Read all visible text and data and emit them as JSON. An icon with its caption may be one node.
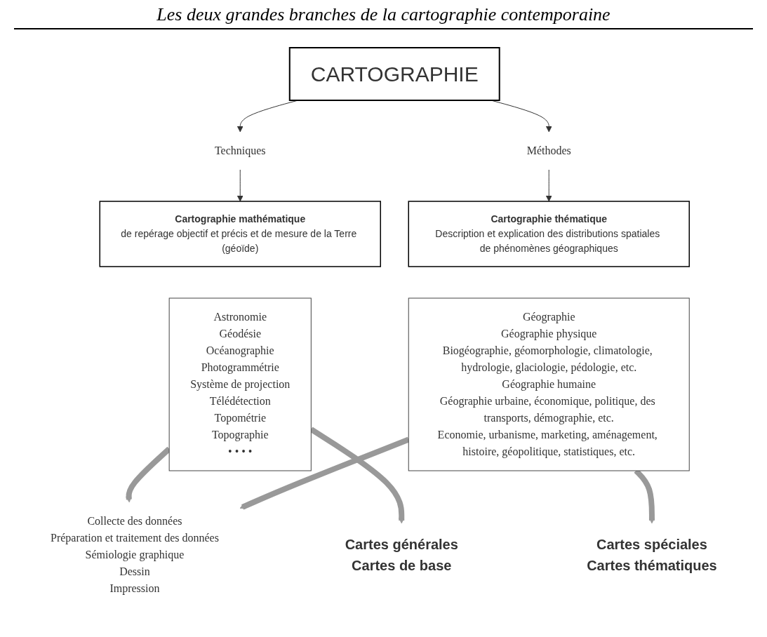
{
  "diagram": {
    "title": "Les deux grandes branches de la cartographie contemporaine",
    "nodes": [
      {
        "text": [
          "CARTOGRAPHIE"
        ]
      },
      {
        "text": [
          "Techniques"
        ]
      },
      {
        "text": [
          "Méthodes"
        ]
      },
      {
        "text": [
          "Cartographie mathématique",
          "de repérage objectif et précis et de mesure de la Terre (géoïde)"
        ]
      },
      {
        "text": [
          "Cartographie thématique",
          "Description et explication des distributions spatiales de phénomènes géographiques"
        ]
      },
      {
        "text": [
          "Astronomie",
          "Géodésie",
          "Océanographie",
          "Photogrammétrie",
          "Système de projection",
          "Télédétection",
          "Topométrie",
          "Topographie",
          "• • • •"
        ]
      },
      {
        "text": [
          "Géographie",
          "Géographie physique",
          "Biogéographie, géomorphologie, climatologie, hydrologie, glaciologie, pédologie, etc.",
          "Géographie humaine",
          "Géographie urbaine, économique, politique, des transports, démographie, etc.",
          "Economie, urbanisme, marketing, aménagement, histoire, géopolitique, statistiques, etc."
        ]
      },
      {
        "text": [
          "Collecte des données",
          "Préparation et traitement des données",
          "Sémiologie graphique",
          "Dessin",
          "Impression"
        ]
      },
      {
        "text": [
          "Cartes générales",
          "Cartes de base"
        ]
      },
      {
        "text": [
          "Cartes spéciales",
          "Cartes thématiques"
        ]
      }
    ],
    "edges": [
      {
        "from": 0,
        "to": 1,
        "arrow": "to"
      },
      {
        "from": 0,
        "to": 2,
        "arrow": "to"
      },
      {
        "from": 1,
        "to": 3,
        "arrow": "to"
      },
      {
        "from": 2,
        "to": 4,
        "arrow": "to"
      },
      {
        "from": 5,
        "to": 7,
        "arrow": "to",
        "style": "thick",
        "color": "#999999"
      },
      {
        "from": 6,
        "to": 7,
        "arrow": "to",
        "style": "thick",
        "color": "#999999"
      },
      {
        "from": 5,
        "to": 8,
        "arrow": "to",
        "style": "thick",
        "color": "#999999"
      },
      {
        "from": 6,
        "to": 9,
        "arrow": "to",
        "style": "thick",
        "color": "#999999"
      }
    ]
  }
}
